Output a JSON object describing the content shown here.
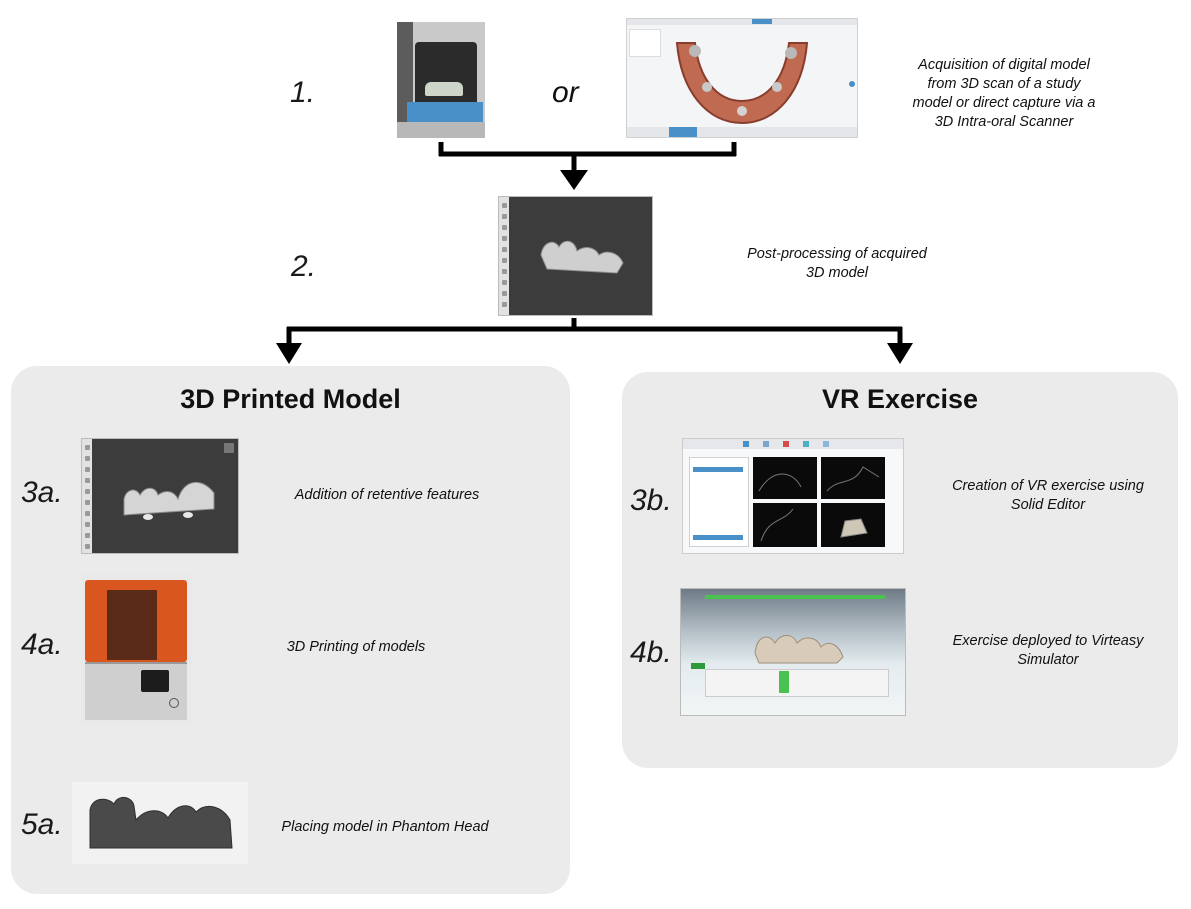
{
  "steps": {
    "s1": "1.",
    "or": "or",
    "s2": "2.",
    "s3a": "3a.",
    "s4a": "4a.",
    "s5a": "5a.",
    "s3b": "3b.",
    "s4b": "4b."
  },
  "descriptions": {
    "acquisition": "Acquisition of digital model\nfrom 3D scan of a study\nmodel or direct capture via a\n3D Intra-oral Scanner",
    "post_processing": "Post-processing of acquired\n3D model",
    "retentive": "Addition of retentive features",
    "printing": "3D Printing of models",
    "placing": "Placing model in Phantom Head",
    "vr_creation": "Creation of VR exercise using\nSolid Editor",
    "vr_deployed": "Exercise deployed to Virteasy\nSimulator"
  },
  "panels": {
    "left_title": "3D Printed Model",
    "right_title": "VR Exercise"
  },
  "colors": {
    "panel_bg": "#ebebeb",
    "printer_orange": "#d9561e",
    "viewport_dark": "#3c3c3c",
    "scanner_blue": "#4a90c8"
  }
}
